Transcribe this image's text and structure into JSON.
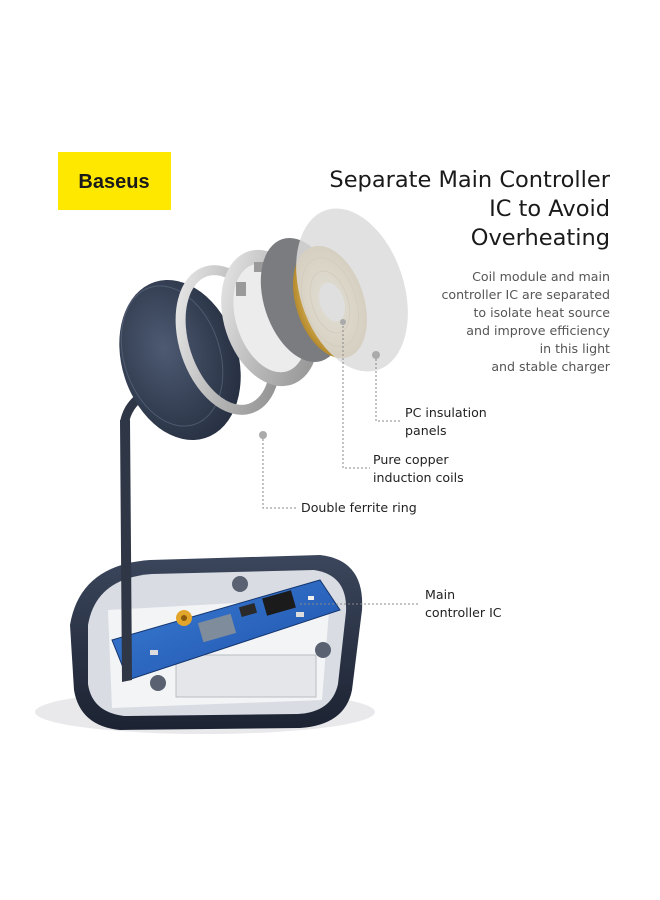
{
  "brand": {
    "name": "Baseus",
    "color": "#ffe800"
  },
  "headline": [
    "Separate Main Controller",
    "IC to Avoid",
    "Overheating"
  ],
  "description": [
    "Coil module and main",
    "controller IC are separated",
    "to isolate heat source",
    "and improve efficiency",
    "in this light",
    "and stable charger"
  ],
  "callouts": {
    "pc_insulation": [
      "PC insulation",
      "panels"
    ],
    "copper_coils": [
      "Pure copper",
      "induction coils"
    ],
    "ferrite_ring": [
      "Double ferrite ring"
    ],
    "main_controller": [
      "Main",
      "controller IC"
    ]
  }
}
